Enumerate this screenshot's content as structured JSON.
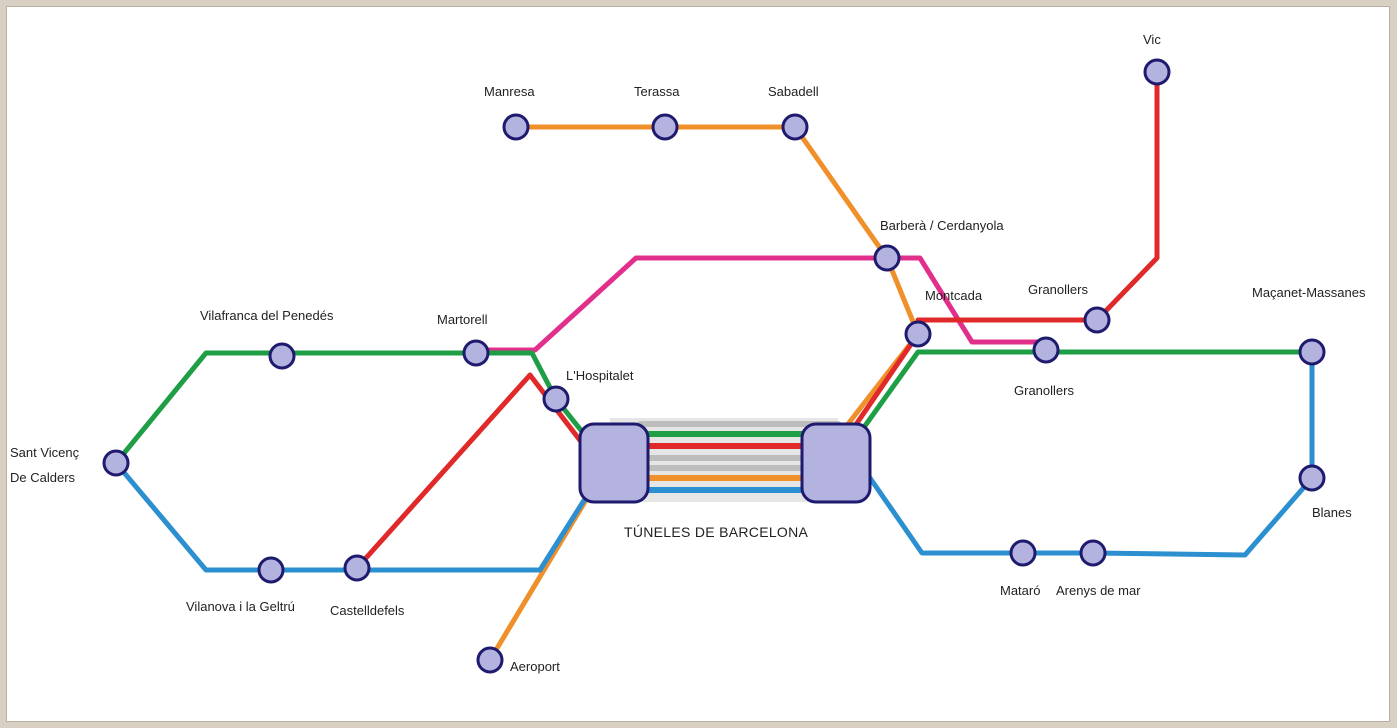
{
  "colors": {
    "frame": "#d8d0c2",
    "background": "#ffffff",
    "orange": "#f0902a",
    "red": "#e02a2a",
    "green": "#1e9e45",
    "blue": "#2b8fd0",
    "magenta": "#e0308c",
    "gray": "#bdbdbd",
    "station_fill": "#b4b2de",
    "station_stroke": "#1e1a6e"
  },
  "hub_label": "TÚNELES DE BARCELONA",
  "stations": [
    {
      "id": "manresa",
      "label": "Manresa"
    },
    {
      "id": "terassa",
      "label": "Terassa"
    },
    {
      "id": "sabadell",
      "label": "Sabadell"
    },
    {
      "id": "vic",
      "label": "Vic"
    },
    {
      "id": "barbera",
      "label": "Barberà / Cerdanyola"
    },
    {
      "id": "montcada",
      "label": "Montcada"
    },
    {
      "id": "granollers-n",
      "label": "Granollers"
    },
    {
      "id": "granollers-s",
      "label": "Granollers"
    },
    {
      "id": "macanet",
      "label": "Maçanet-Massanes"
    },
    {
      "id": "blanes",
      "label": "Blanes"
    },
    {
      "id": "mataro",
      "label": "Mataró"
    },
    {
      "id": "arenys",
      "label": "Arenys de mar"
    },
    {
      "id": "martorell",
      "label": "Martorell"
    },
    {
      "id": "vilafranca",
      "label": "Vilafranca del Penedés"
    },
    {
      "id": "hospitalet",
      "label": "L'Hospitalet"
    },
    {
      "id": "santvicenc-1",
      "label": "Sant Vicenç"
    },
    {
      "id": "santvicenc-2",
      "label": "De Calders"
    },
    {
      "id": "vilanova",
      "label": "Vilanova i la Geltrú"
    },
    {
      "id": "castelldefels",
      "label": "Castelldefels"
    },
    {
      "id": "aeroport",
      "label": "Aeroport"
    }
  ]
}
